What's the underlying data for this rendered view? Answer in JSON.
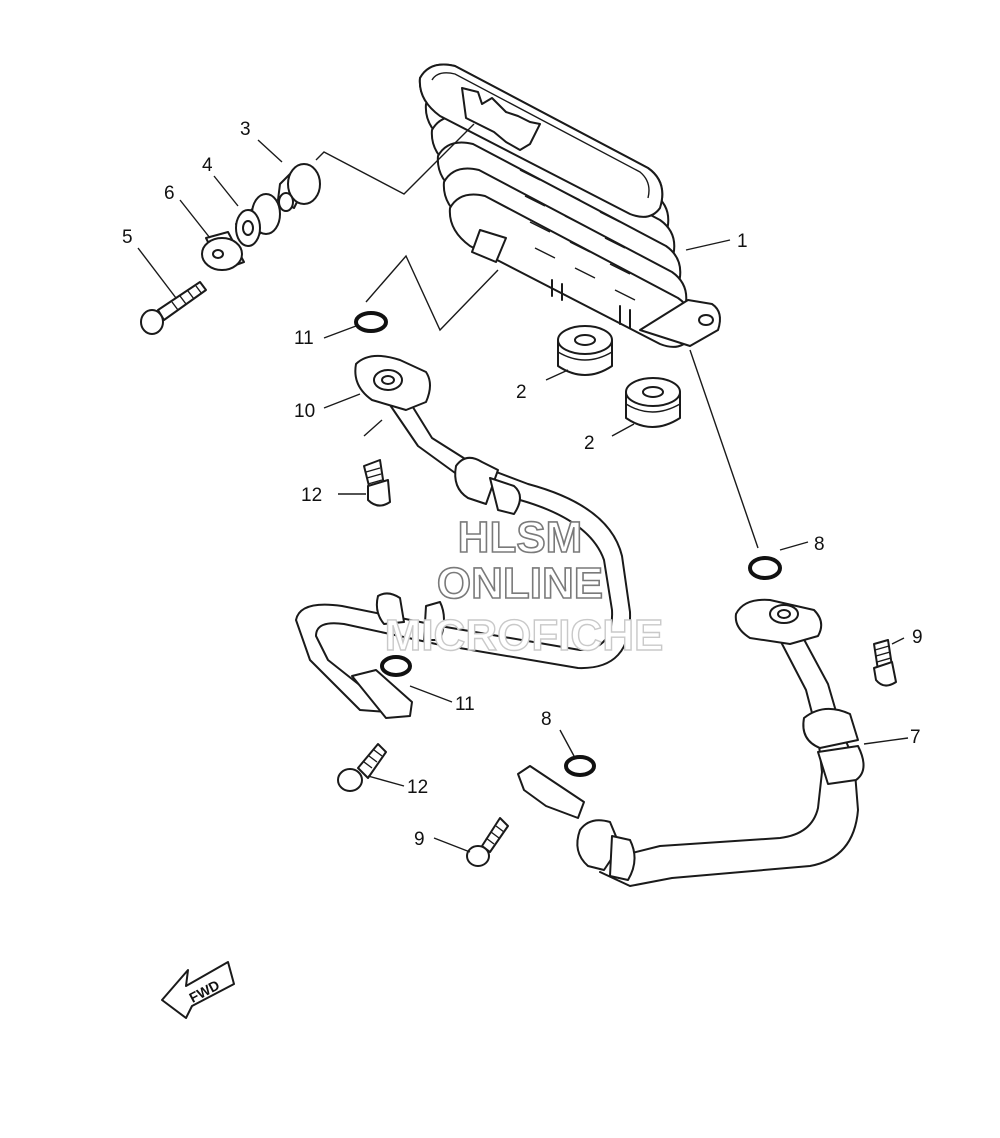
{
  "callouts": {
    "p1": "1",
    "p2a": "2",
    "p2b": "2",
    "p3": "3",
    "p4": "4",
    "p5": "5",
    "p6": "6",
    "p7": "7",
    "p8a": "8",
    "p8b": "8",
    "p9a": "9",
    "p9b": "9",
    "p10": "10",
    "p11a": "11",
    "p11b": "11",
    "p12a": "12",
    "p12b": "12"
  },
  "watermark": {
    "line1": "HLSM",
    "line2": "ONLINE",
    "line3": "MICROFICHE"
  },
  "direction_tag": "FWD"
}
